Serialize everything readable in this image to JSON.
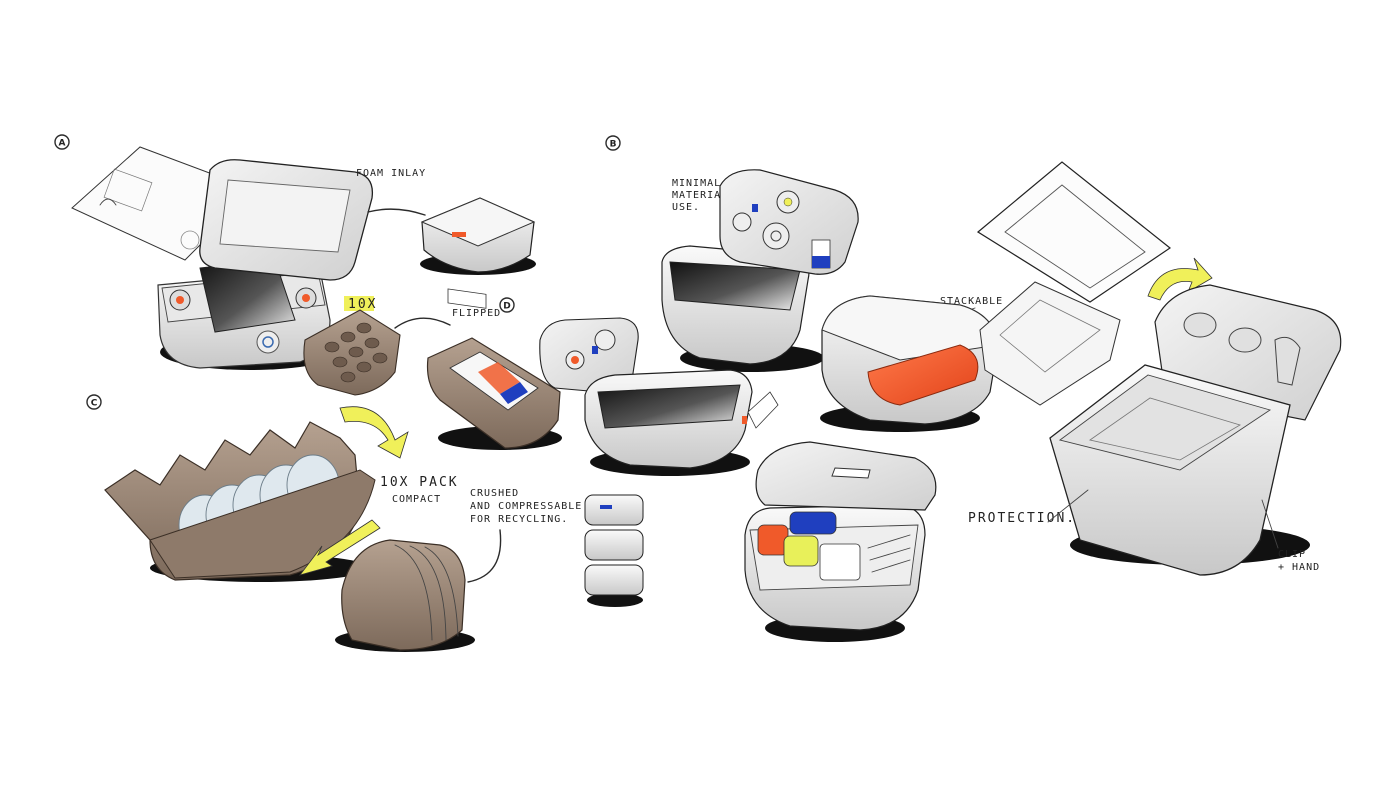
{
  "colors": {
    "accent_orange": "#f05a2a",
    "accent_blue": "#1f3fbf",
    "highlight_yellow": "#f0f05a",
    "pulp_brown": "#9a8472",
    "shadow_black": "#111111"
  },
  "labels": {
    "section_a": "A",
    "section_b": "B",
    "section_c": "C",
    "section_d": "D",
    "foam_inlay": "FOAM INLAY",
    "ten_x": "10X",
    "flipped": "FLIPPED",
    "minimal_material_line1": "MINIMAL",
    "minimal_material_line2": "MATERIAL",
    "minimal_material_line3": "USE.",
    "stackable": "STACKABLE",
    "ten_x_pack": "10X PACK",
    "compact": "COMPACT",
    "crushed_line1": "CRUSHED",
    "crushed_line2": "AND COMPRESSABLE",
    "crushed_line3": "FOR RECYCLING.",
    "protection": "PROTECTION.",
    "clip_line1": "CLIP",
    "clip_line2": "+ HAND"
  }
}
